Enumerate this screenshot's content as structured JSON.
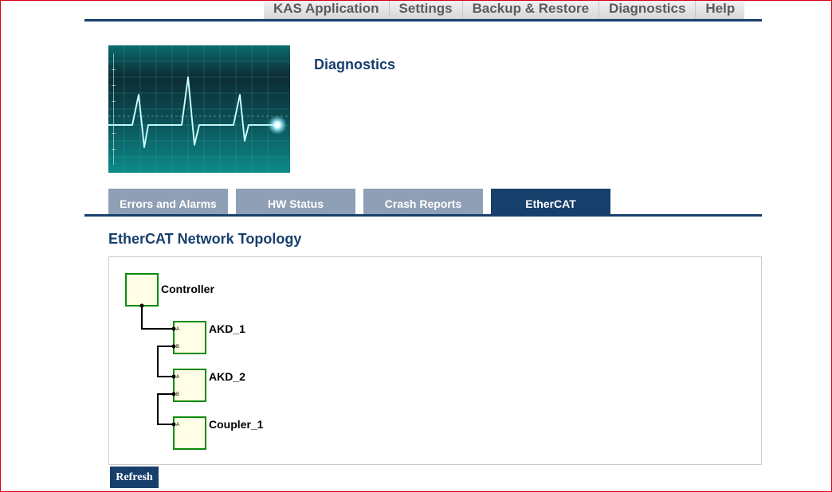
{
  "menu": {
    "items": [
      "KAS Application",
      "Settings",
      "Backup & Restore",
      "Diagnostics",
      "Help"
    ]
  },
  "header": {
    "title": "Diagnostics",
    "banner_icon": "heartbeat-monitor"
  },
  "tabs": [
    {
      "label": "Errors and Alarms",
      "active": false
    },
    {
      "label": "HW Status",
      "active": false
    },
    {
      "label": "Crash Reports",
      "active": false
    },
    {
      "label": "EtherCAT",
      "active": true
    }
  ],
  "topology": {
    "title": "EtherCAT Network Topology",
    "devices": [
      {
        "name": "Controller",
        "ports": []
      },
      {
        "name": "AKD_1",
        "ports": [
          "A",
          "B"
        ]
      },
      {
        "name": "AKD_2",
        "ports": [
          "A",
          "B"
        ]
      },
      {
        "name": "Coupler_1",
        "ports": [
          "A"
        ]
      }
    ]
  },
  "actions": {
    "refresh_label": "Refresh"
  },
  "colors": {
    "navy": "#173f6c",
    "tab_inactive": "#8f9fb5",
    "node_fill": "#fffde6",
    "node_border": "#0a8a0a",
    "window_border": "#d9001b"
  }
}
